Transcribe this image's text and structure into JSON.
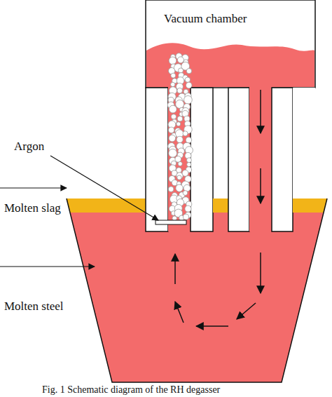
{
  "diagram": {
    "caption": "Fig. 1  Schematic diagram of the RH degasser",
    "labels": [
      "Vacuum chamber",
      "Argon",
      "Molten slag",
      "Molten steel"
    ]
  }
}
